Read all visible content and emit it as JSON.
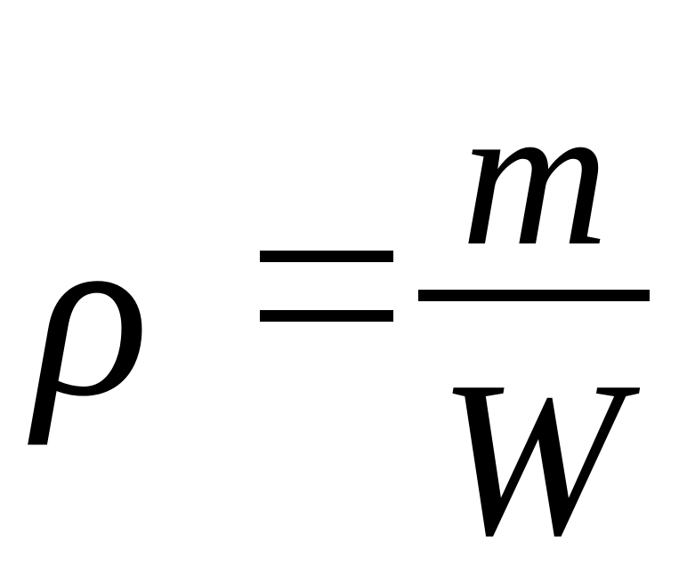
{
  "formula": {
    "lhs": "ρ",
    "operator": "=",
    "numerator": "m",
    "denominator": "W"
  }
}
